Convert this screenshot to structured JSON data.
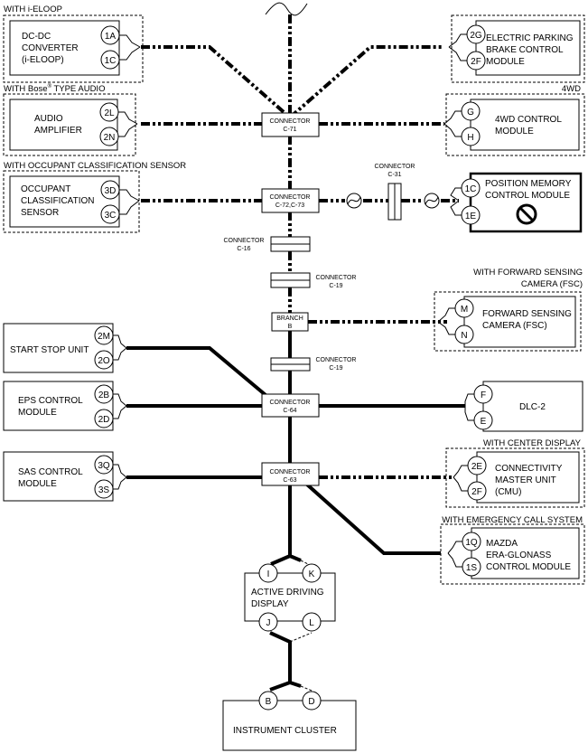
{
  "headers": {
    "i_eloop": "WITH i-ELOOP",
    "bose_pre": "WITH Bose",
    "bose_reg": "®",
    "bose_post": " TYPE AUDIO",
    "occupant": "WITH OCCUPANT CLASSIFICATION SENSOR",
    "fwd_4wd": "4WD",
    "fsc_1": "WITH FORWARD SENSING",
    "fsc_2": "CAMERA (FSC)",
    "center_display": "WITH CENTER DISPLAY",
    "emergency": "WITH EMERGENCY CALL SYSTEM"
  },
  "modules": {
    "dcdc": [
      "DC-DC",
      "CONVERTER",
      "(i-ELOOP)"
    ],
    "audio": [
      "AUDIO",
      "AMPLIFIER"
    ],
    "occupant": [
      "OCCUPANT",
      "CLASSIFICATION",
      "SENSOR"
    ],
    "start_stop": [
      "START STOP UNIT"
    ],
    "eps": [
      "EPS CONTROL",
      "MODULE"
    ],
    "sas": [
      "SAS CONTROL",
      "MODULE"
    ],
    "epb": [
      "ELECTRIC PARKING",
      "BRAKE CONTROL",
      "MODULE"
    ],
    "awd": [
      "4WD CONTROL",
      "MODULE"
    ],
    "position_memory": [
      "POSITION MEMORY",
      "CONTROL MODULE"
    ],
    "fsc": [
      "FORWARD SENSING",
      "CAMERA (FSC)"
    ],
    "dlc": [
      "DLC-2"
    ],
    "cmu": [
      "CONNECTIVITY",
      "MASTER UNIT",
      "(CMU)"
    ],
    "era": [
      "MAZDA",
      "ERA-GLONASS",
      "CONTROL MODULE"
    ],
    "adisp": [
      "ACTIVE DRIVING",
      "DISPLAY"
    ],
    "cluster": [
      "INSTRUMENT CLUSTER"
    ]
  },
  "pins": {
    "dcdc": [
      "1A",
      "1C"
    ],
    "audio": [
      "2L",
      "2N"
    ],
    "occupant": [
      "3D",
      "3C"
    ],
    "start_stop": [
      "2M",
      "2O"
    ],
    "eps": [
      "2B",
      "2D"
    ],
    "sas": [
      "3Q",
      "3S"
    ],
    "epb": [
      "2G",
      "2F"
    ],
    "awd": [
      "G",
      "H"
    ],
    "position_memory": [
      "1C",
      "1E"
    ],
    "fsc": [
      "M",
      "N"
    ],
    "dlc": [
      "F",
      "E"
    ],
    "cmu": [
      "2E",
      "2F"
    ],
    "era": [
      "1Q",
      "1S"
    ],
    "adisp_top": [
      "I",
      "K"
    ],
    "adisp_bottom": [
      "J",
      "L"
    ],
    "cluster": [
      "B",
      "D"
    ]
  },
  "connectors": {
    "c71": [
      "CONNECTOR",
      "C-71"
    ],
    "c72": [
      "CONNECTOR",
      "C-72,C-73"
    ],
    "c31": [
      "CONNECTOR",
      "C-31"
    ],
    "c16": [
      "CONNECTOR",
      "C-16"
    ],
    "c19a": [
      "CONNECTOR",
      "C-19"
    ],
    "branch": [
      "BRANCH",
      "B"
    ],
    "c19b": [
      "CONNECTOR",
      "C-19"
    ],
    "c64": [
      "CONNECTOR",
      "C-64"
    ],
    "c63": [
      "CONNECTOR",
      "C-63"
    ]
  }
}
